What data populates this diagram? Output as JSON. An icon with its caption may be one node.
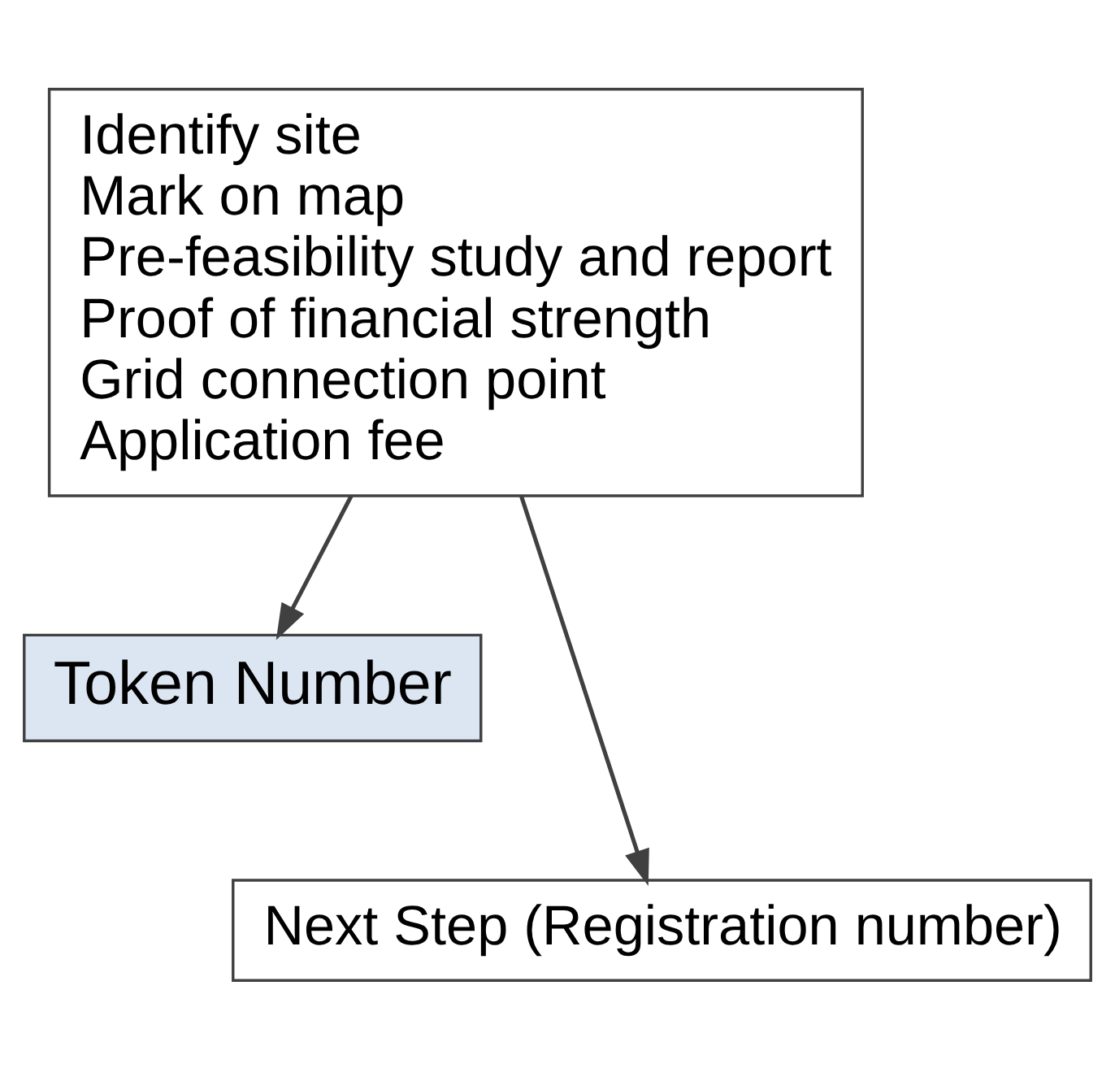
{
  "diagram": {
    "nodes": [
      {
        "text": [
          "Identify site",
          "Mark on map",
          "Pre-feasibility study and report",
          "Proof of financial strength",
          "Grid connection point",
          "Application fee"
        ]
      },
      {
        "text": [
          "Token Number"
        ]
      },
      {
        "text": [
          "Next Step (Registration number)"
        ]
      }
    ],
    "edges": [
      {
        "from": 0,
        "to": 1,
        "arrow": "to"
      },
      {
        "from": 0,
        "to": 2,
        "arrow": "to"
      }
    ]
  }
}
